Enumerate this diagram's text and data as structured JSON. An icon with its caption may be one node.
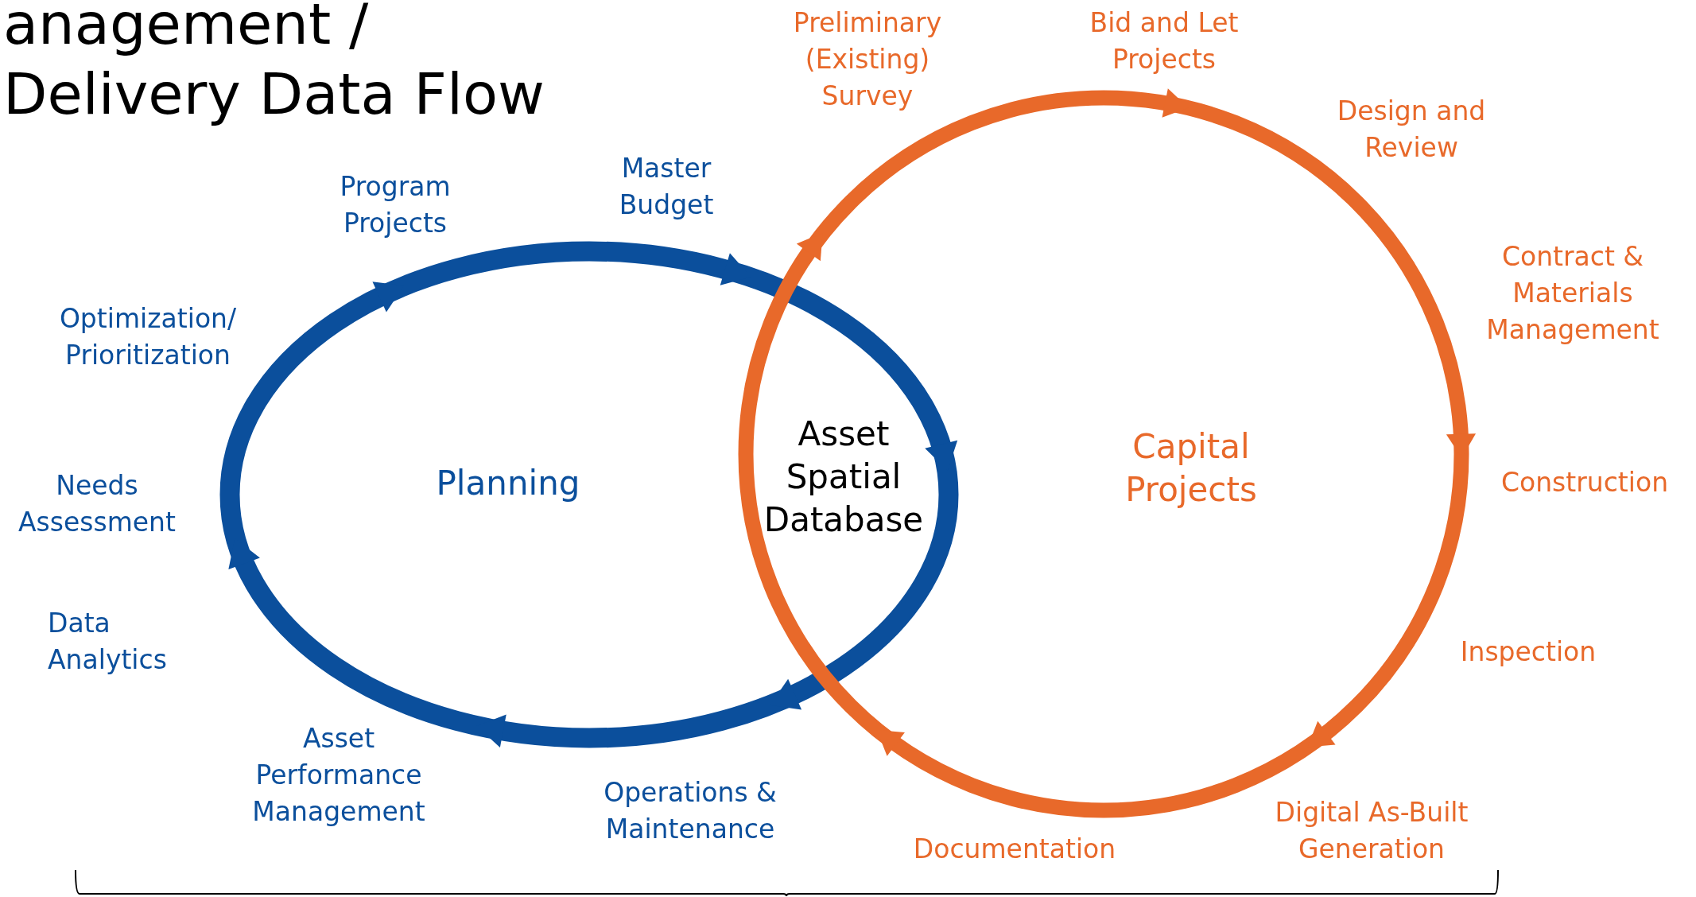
{
  "diagram": {
    "title": "anagement / Delivery Data Flow",
    "nodes": [
      {
        "text": [
          "Planning"
        ]
      },
      {
        "text": [
          "Capital Projects"
        ]
      }
    ],
    "labels": [
      "Preliminary (Existing) Survey",
      "Bid and Let Projects",
      "Design and Review",
      "Program Projects",
      "Master Budget",
      "Contract & Materials Management",
      "Optimization/ Prioritization",
      "Asset Spatial Database",
      "Construction",
      "Needs Assessment",
      "Data Analytics",
      "Inspection",
      "Asset Performance Management",
      "Operations & Maintenance",
      "Digital As-Built Generation",
      "Documentation"
    ]
  }
}
